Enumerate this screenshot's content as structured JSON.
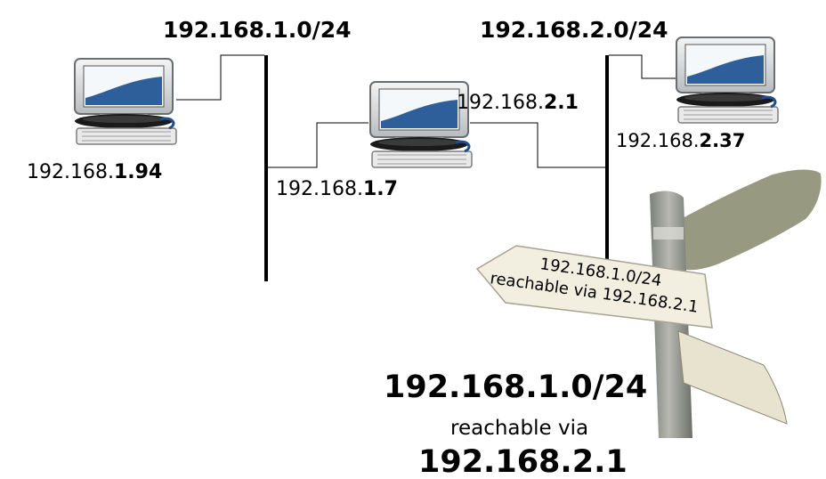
{
  "networks": {
    "left_title": "192.168.1.0/24",
    "right_title": "192.168.2.0/24"
  },
  "hosts": {
    "left": {
      "ip_prefix": "192.168.",
      "ip_suffix": "1.94"
    },
    "router_left": {
      "ip_prefix": "192.168.",
      "ip_suffix": "1.7"
    },
    "router_right": {
      "ip_prefix": "192.168.",
      "ip_suffix": "2.1"
    },
    "right": {
      "ip_prefix": "192.168.",
      "ip_suffix": "2.37"
    }
  },
  "signpost": {
    "line1": "192.168.1.0/24",
    "line2": "reachable via 192.168.2.1"
  },
  "caption": {
    "network": "192.168.1.0/24",
    "middle": "reachable via",
    "gateway": "192.168.2.1"
  },
  "colors": {
    "screen_blue": "#2f5f9a",
    "screen_light": "#e7eef6",
    "pole": "#8f938a",
    "sign": "#f2efe0",
    "leaf": "#8c8f73"
  }
}
